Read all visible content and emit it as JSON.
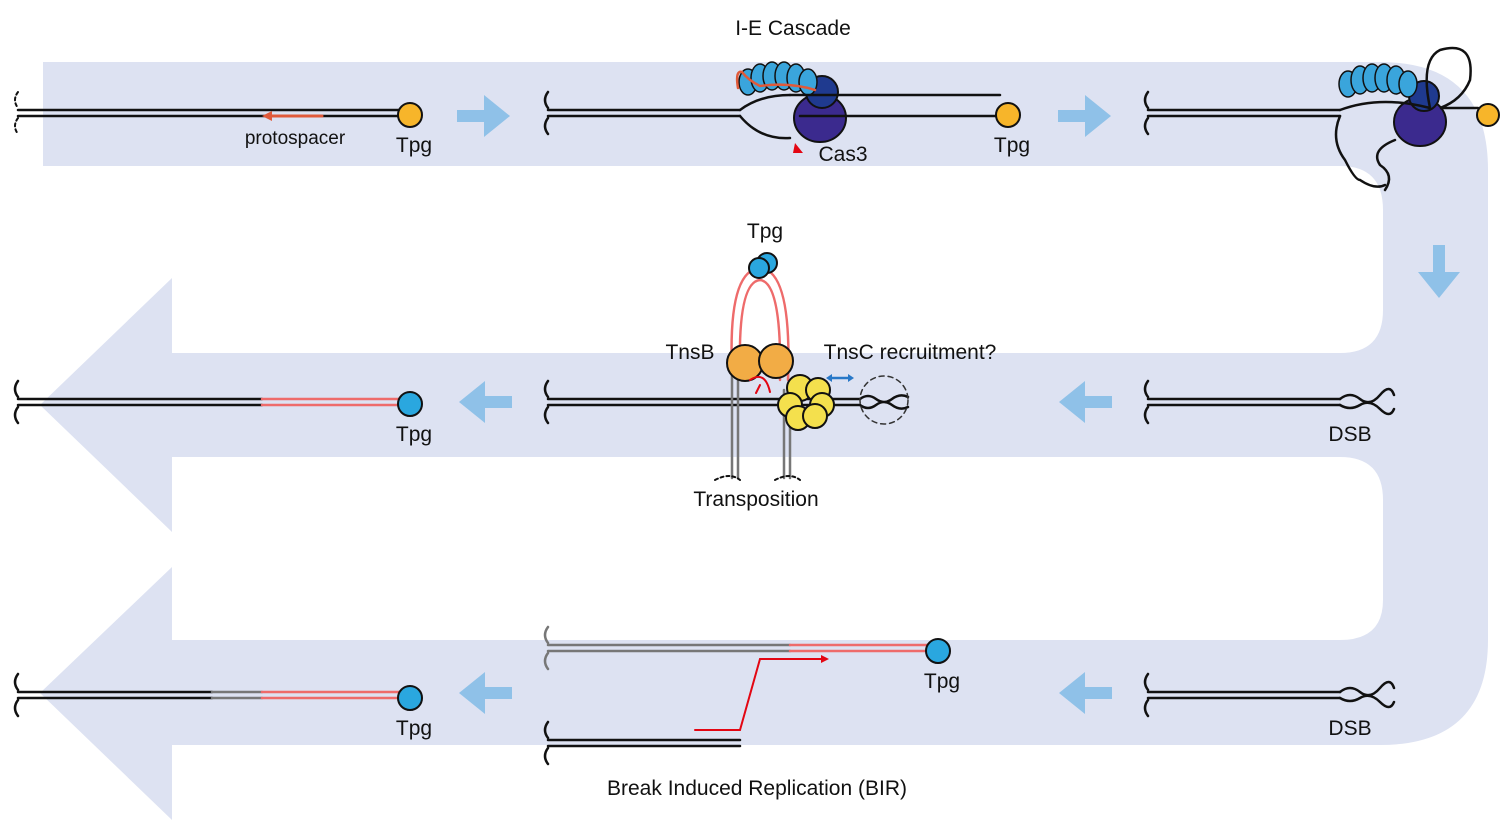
{
  "labels": {
    "cascade_title": "I-E Cascade",
    "protospacer": "protospacer",
    "tpg": "Tpg",
    "cas3": "Cas3",
    "tnsb": "TnsB",
    "tnsc": "TnsC recruitment?",
    "transposition": "Transposition",
    "dsb": "DSB",
    "bir": "Break Induced Replication (BIR)"
  },
  "colors": {
    "band": "#dde2f2",
    "step_arrow": "#8fc1e8",
    "tpg_orange": "#f7b52a",
    "tpg_blue": "#2aa7df",
    "red_dna": "#ee6b6b",
    "cas3": "#3b2a8e",
    "cascade": "#3aa5dc",
    "tnsb": "#f2ac45",
    "tnsc": "#f4e04d"
  }
}
